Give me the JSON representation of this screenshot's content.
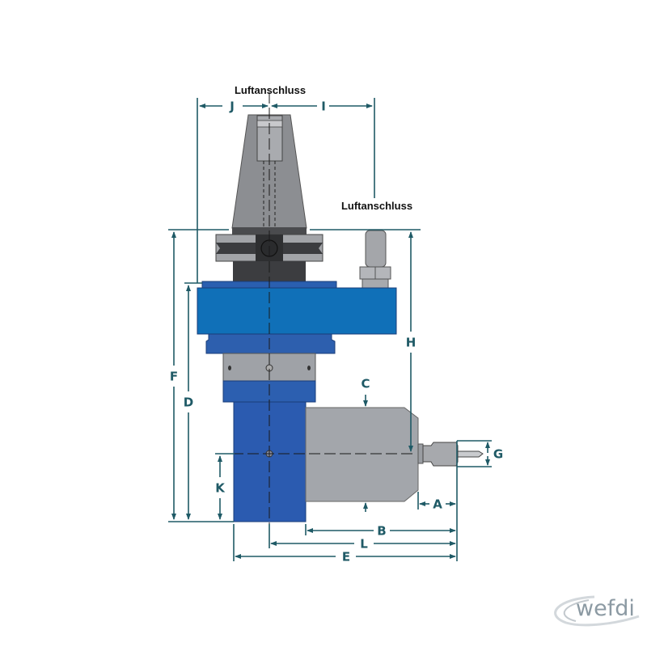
{
  "notes": {
    "air_connection_top": "Luftanschluss",
    "air_connection_side": "Luftanschluss"
  },
  "dimensions": {
    "A": "A",
    "B": "B",
    "C": "C",
    "D": "D",
    "E": "E",
    "F": "F",
    "G": "G",
    "H": "H",
    "I": "I",
    "J": "J",
    "K": "K",
    "L": "L"
  },
  "logo": {
    "text": "wefdi"
  },
  "colors": {
    "body_blue": "#1070b8",
    "dark_blue": "#2b5bb0",
    "housing_gray": "#a3a6ab",
    "taper_gray": "#8c8e92",
    "dimension": "#1f5a66"
  }
}
